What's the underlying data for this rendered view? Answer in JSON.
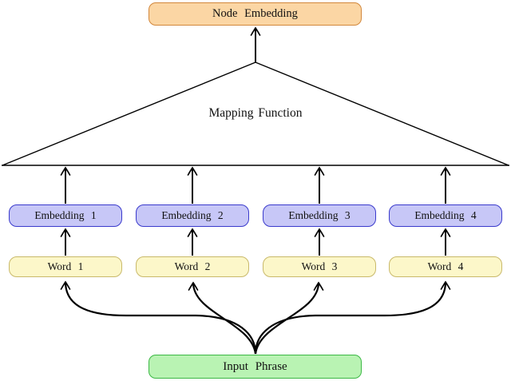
{
  "diagram": {
    "boxes": {
      "node_embedding": {
        "label": "Node Embedding",
        "fill": "#fbd6a4",
        "border": "#d2873b"
      },
      "embedding_1": {
        "label": "Embedding 1",
        "fill": "#c7c7f7",
        "border": "#3a3acc"
      },
      "embedding_2": {
        "label": "Embedding 2",
        "fill": "#c7c7f7",
        "border": "#3a3acc"
      },
      "embedding_3": {
        "label": "Embedding 3",
        "fill": "#c7c7f7",
        "border": "#3a3acc"
      },
      "embedding_4": {
        "label": "Embedding 4",
        "fill": "#c7c7f7",
        "border": "#3a3acc"
      },
      "word_1": {
        "label": "Word 1",
        "fill": "#fcf7c9",
        "border": "#c9b96a"
      },
      "word_2": {
        "label": "Word 2",
        "fill": "#fcf7c9",
        "border": "#c9b96a"
      },
      "word_3": {
        "label": "Word 3",
        "fill": "#fcf7c9",
        "border": "#c9b96a"
      },
      "word_4": {
        "label": "Word 4",
        "fill": "#fcf7c9",
        "border": "#c9b96a"
      },
      "input_phrase": {
        "label": "Input Phrase",
        "fill": "#b9f3b3",
        "border": "#3cb845"
      }
    },
    "labels": {
      "mapping_function": "Mapping Function"
    },
    "line_color": "#000000"
  }
}
